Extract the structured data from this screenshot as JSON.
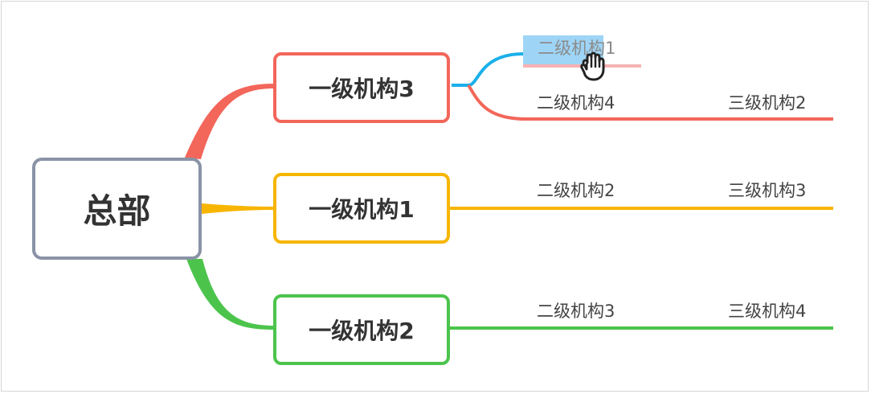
{
  "root": {
    "label": "总部",
    "color": "#8a93a6"
  },
  "branches": [
    {
      "label": "一级机构3",
      "color": "#f3665a"
    },
    {
      "label": "一级机构1",
      "color": "#f7b500"
    },
    {
      "label": "一级机构2",
      "color": "#4cc44c"
    }
  ],
  "level2": [
    {
      "label": "二级机构1",
      "state": "dragging",
      "color": "#1ab0ea"
    },
    {
      "label": "二级机构4"
    },
    {
      "label": "二级机构2"
    },
    {
      "label": "二级机构3"
    }
  ],
  "level3": [
    {
      "label": "三级机构2"
    },
    {
      "label": "三级机构3"
    },
    {
      "label": "三级机构4"
    }
  ],
  "cursor_icon": "grab-hand-icon"
}
